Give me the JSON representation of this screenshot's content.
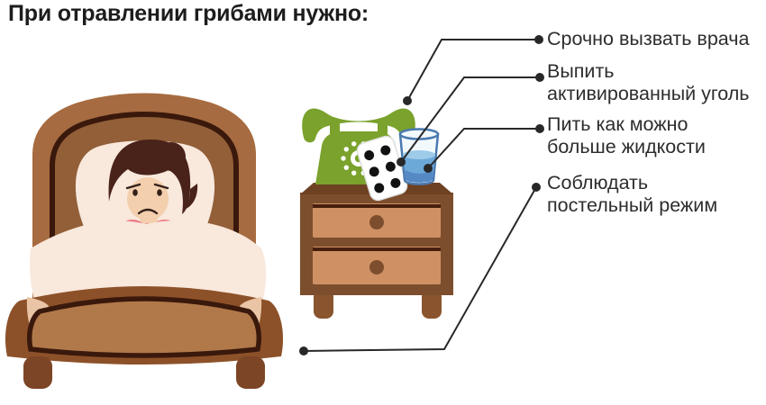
{
  "title": "При отравлении грибами нужно:",
  "labels": [
    {
      "text": "Срочно вызвать врача"
    },
    {
      "text": "Выпить\nактивированный уголь"
    },
    {
      "text": "Пить как можно\nбольше жидкости"
    },
    {
      "text": "Соблюдать\nпостельный режим"
    }
  ],
  "illustration": {
    "icons": [
      "sick-woman-in-bed",
      "nightstand",
      "rotary-phone",
      "pill-blister-pack",
      "glass-of-water"
    ]
  },
  "colors": {
    "background": "#ffffff",
    "title_text": "#1d1d1d",
    "label_text": "#2d2d2d",
    "connector": "#282828",
    "bed_frame": "#a66b40",
    "bed_panel": "#925f38",
    "bed_dark": "#3a190c",
    "bed_foot": "#8d5129",
    "bed_foot_panel": "#b1794a",
    "bed_leg": "#7c4526",
    "cream": "#f9e8dc",
    "sheet_tan": "#e9c5a5",
    "hair": "#49231a",
    "skin": "#f3cfae",
    "features": "#33201a",
    "collar": "#ee7a85",
    "table": "#7d4e2d",
    "table_top": "#6e4123",
    "table_leg": "#8a552e",
    "drawer": "#cf9164",
    "drawer_line": "#471f0c",
    "phone": "#7aa22c",
    "pill_white": "#ffffff",
    "pill_dot": "#121212",
    "glass_stroke": "#4a7ab0",
    "glass_fill": "#f2f9fd",
    "water": "#6ca9d9",
    "water_light": "#9dcbe9",
    "water_dark": "#5589c4"
  }
}
